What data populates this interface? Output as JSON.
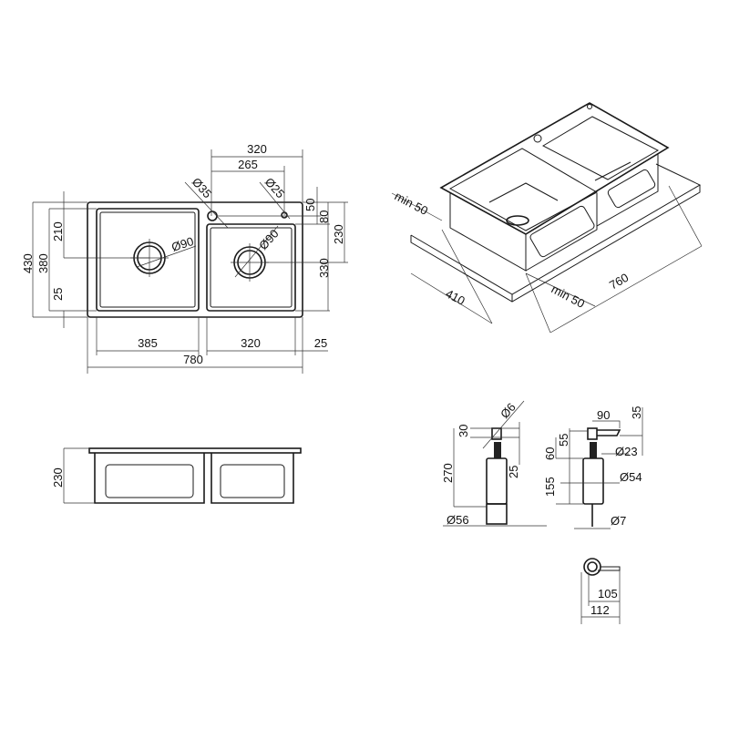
{
  "top_view": {
    "width_right_bowl_top": "320",
    "hole_spacing": "265",
    "hole_large": "Ø35",
    "hole_small": "Ø25",
    "drain_left": "Ø90",
    "drain_right": "Ø90",
    "overall_depth": "430",
    "bowl_depth": "380",
    "drain_offset": "210",
    "front_margin": "25",
    "hole_offset": "50",
    "right_bowl_offset": "80",
    "right_drain_offset": "230",
    "right_bowl_depth": "330",
    "left_bowl_width": "385",
    "right_bowl_width": "320",
    "right_margin": "25",
    "overall_width": "780"
  },
  "iso_view": {
    "min_left": "min 50",
    "min_front": "min 50",
    "cutout_depth": "410",
    "cutout_width": "760"
  },
  "side_view": {
    "height": "230"
  },
  "dispenser_a": {
    "d_small": "Ø6",
    "h30": "30",
    "h270": "270",
    "h25": "25",
    "d56": "Ø56"
  },
  "dispenser_b": {
    "w90": "90",
    "h35": "35",
    "h55": "55",
    "h60": "60",
    "d23": "Ø23",
    "h155": "155",
    "d54": "Ø54",
    "d7": "Ø7"
  },
  "dispenser_top": {
    "r105": "105",
    "r112": "112"
  }
}
